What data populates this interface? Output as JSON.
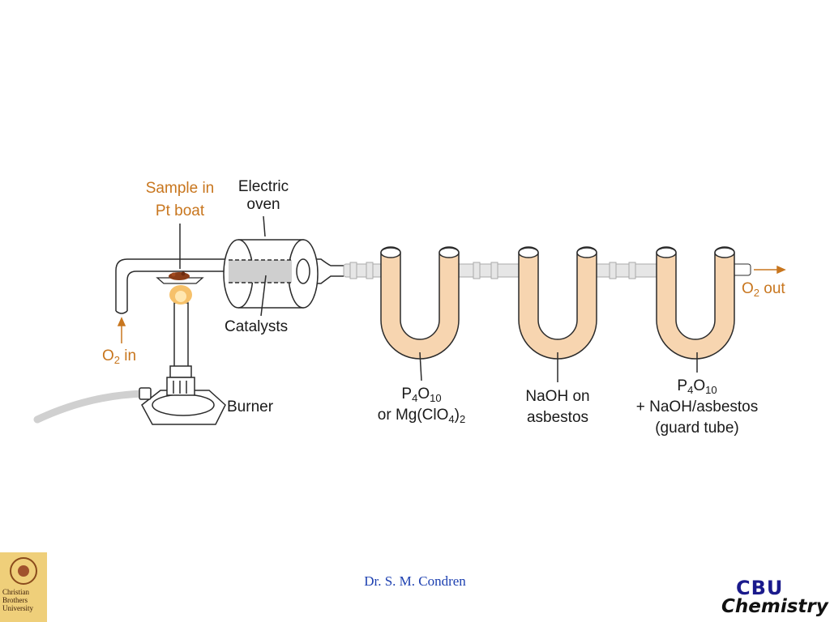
{
  "diagram": {
    "labels": {
      "sample": [
        "Sample in",
        "Pt boat"
      ],
      "oven": [
        "Electric",
        "oven"
      ],
      "catalysts": "Catalysts",
      "o2_in": {
        "base": "O",
        "sub": "2",
        "rest": " in"
      },
      "burner": "Burner",
      "o2_out": {
        "base": "O",
        "sub": "2",
        "rest": " out"
      },
      "tube1": {
        "line1": {
          "p": "P",
          "p_sub": "4",
          "o": "O",
          "o_sub": "10"
        },
        "line2": {
          "pre": "or Mg(ClO",
          "sub1": "4",
          "mid": ")",
          "sub2": "2"
        }
      },
      "tube2": [
        "NaOH on",
        "asbestos"
      ],
      "tube3": {
        "line1": {
          "p": "P",
          "p_sub": "4",
          "o": "O",
          "o_sub": "10"
        },
        "line2": "+ NaOH/asbestos",
        "line3": "(guard tube)"
      }
    },
    "colors": {
      "orange_label": "#c8761e",
      "absorber_fill": "#f7d5b0",
      "line": "#2b2b2b",
      "catalyst_fill": "#cfcfcf",
      "hose": "#d0d0d0"
    }
  },
  "footer": {
    "author": "Dr. S. M. Condren",
    "university_logo": {
      "text": [
        "Christian",
        "Brothers",
        "University"
      ],
      "icon": "cbu-seal-icon"
    },
    "chem_logo": {
      "top": "CBU",
      "bottom": "Chemistry"
    }
  }
}
